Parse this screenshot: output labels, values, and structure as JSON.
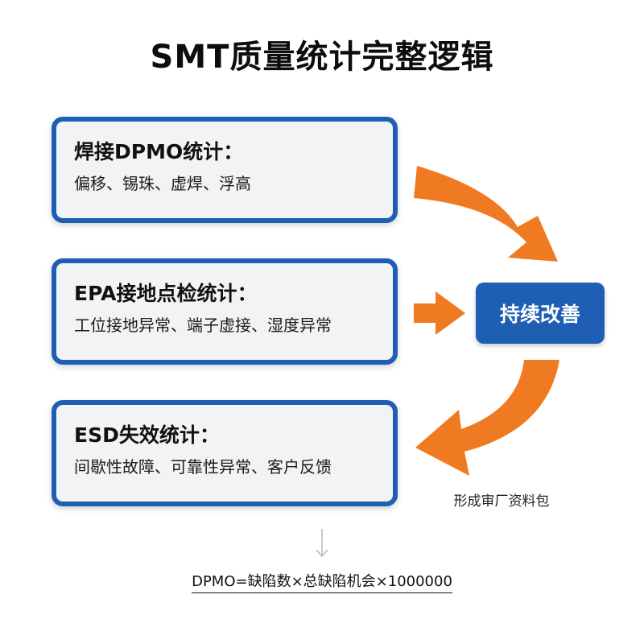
{
  "title": "SMT质量统计完整逻辑",
  "cards": [
    {
      "title": "焊接DPMO统计：",
      "desc": "偏移、锡珠、虚焊、浮高"
    },
    {
      "title": "EPA接地点检统计：",
      "desc": "工位接地异常、端子虚接、湿度异常"
    },
    {
      "title": "ESD失效统计：",
      "desc": "间歇性故障、可靠性异常、客户反馈"
    }
  ],
  "center_box": "持续改善",
  "output_label": "形成审厂资料包",
  "formula": "DPMO=缺陷数×总缺陷机会×1000000",
  "colors": {
    "box_blue": "#1f5fb3",
    "arrow_orange": "#f07a22",
    "card_bg": "#f2f3f5"
  },
  "icons": [
    "curved-arrow-in-icon",
    "straight-arrow-right-icon",
    "curved-arrow-out-icon",
    "down-arrow-icon"
  ]
}
